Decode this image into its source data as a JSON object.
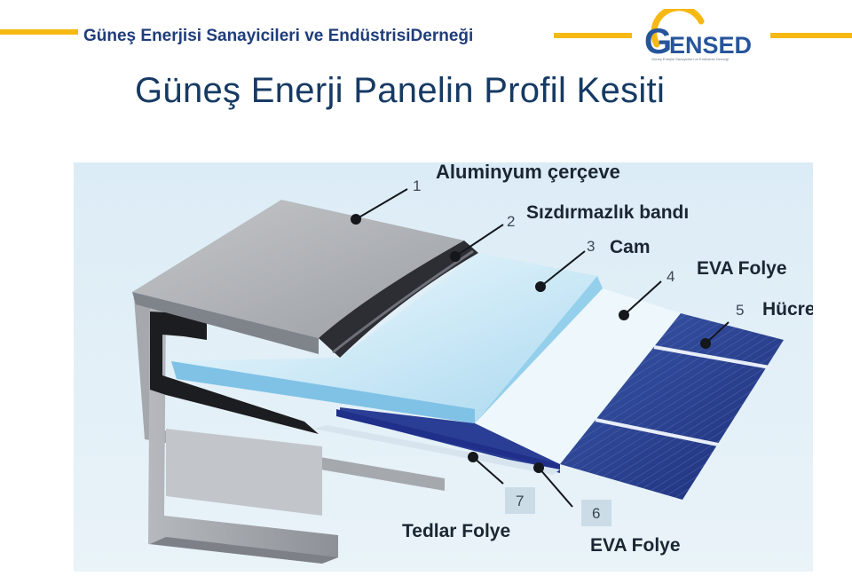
{
  "header": {
    "org_name": "Güneş Enerjisi Sanayicileri ve EndüstrisiDerneği",
    "logo_text": "ENSED",
    "logo_letter": "G",
    "logo_tagline": "Güneş Enerjisi Sanayicileri ve Endüstrisi Derneği"
  },
  "page_title": "Güneş Enerji Panelin Profil Kesiti",
  "colors": {
    "accent": "#f6b914",
    "title": "#163a63",
    "org_name": "#1f3d7a",
    "logo_blue": "#27559b"
  },
  "diagram": {
    "callouts": [
      {
        "number": "1",
        "label": "Aluminyum çerçeve"
      },
      {
        "number": "2",
        "label": "Sızdırmazlık bandı"
      },
      {
        "number": "3",
        "label": "Cam"
      },
      {
        "number": "4",
        "label": "EVA Folye"
      },
      {
        "number": "5",
        "label": "Hücre"
      },
      {
        "number": "6",
        "label": "EVA Folye"
      },
      {
        "number": "7",
        "label": "Tedlar Folye"
      }
    ]
  }
}
